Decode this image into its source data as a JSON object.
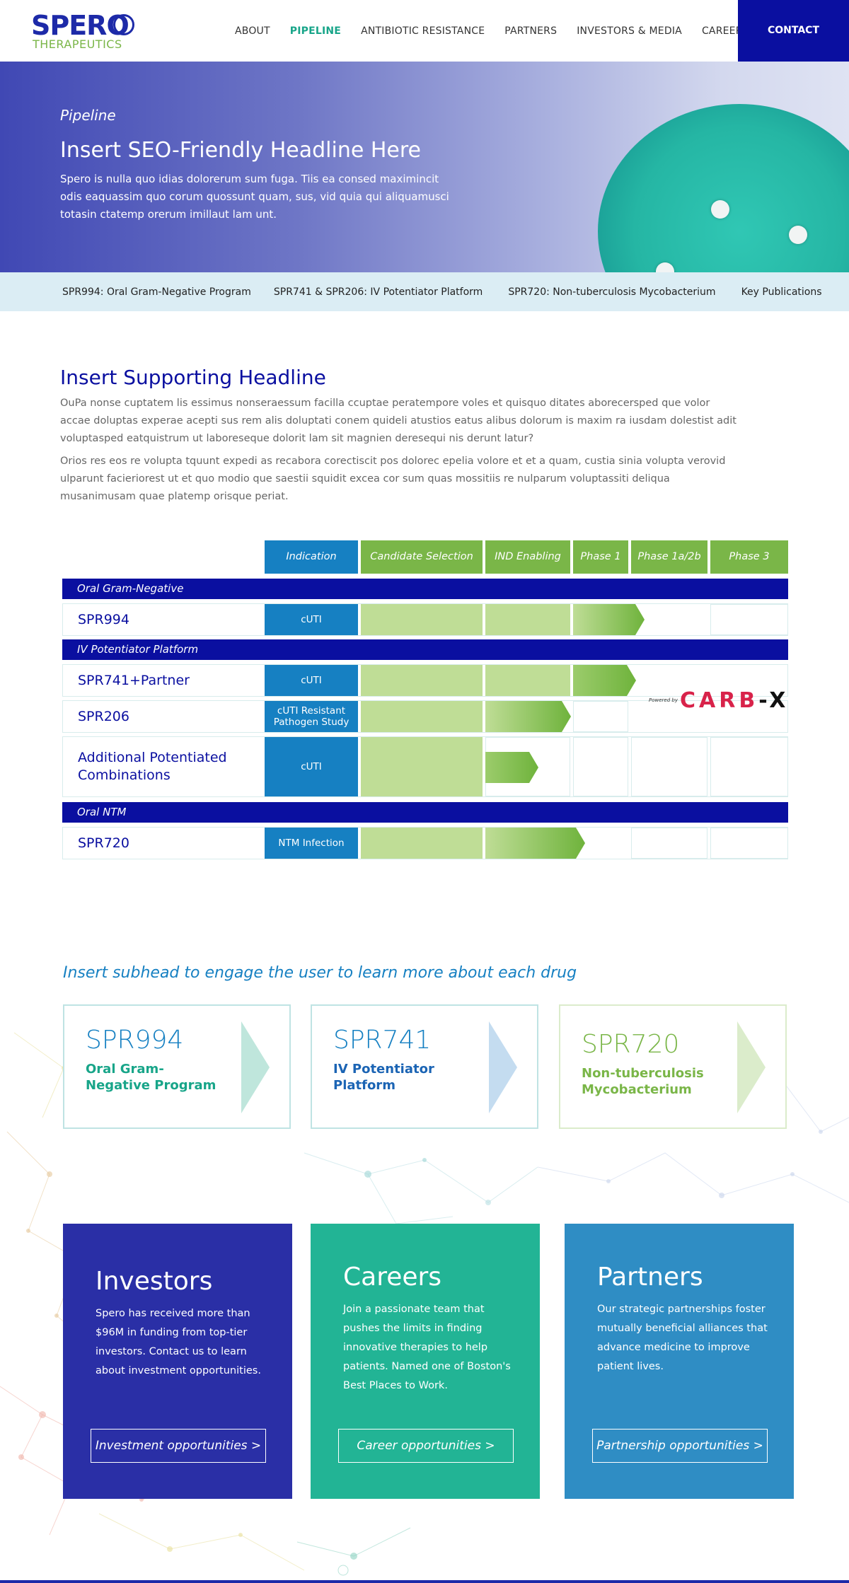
{
  "header": {
    "logo_line1": "SPERO",
    "logo_line2": "THERAPEUTICS",
    "nav": [
      "ABOUT",
      "PIPELINE",
      "ANTIBIOTIC RESISTANCE",
      "PARTNERS",
      "INVESTORS & MEDIA",
      "CAREERS"
    ],
    "active_nav": "PIPELINE",
    "contact_label": "CONTACT"
  },
  "hero": {
    "eyebrow": "Pipeline",
    "headline": "Insert SEO-Friendly Headline Here",
    "body": "Spero is nulla quo idias dolorerum sum fuga. Tiis ea consed maximincit odis eaquassim quo corum quossunt quam, sus, vid quia qui aliquamusci totasin ctatemp orerum imillaut lam unt."
  },
  "subnav": [
    "SPR994: Oral Gram-Negative Program",
    "SPR741 & SPR206: IV Potentiator Platform",
    "SPR720: Non-tuberculosis Mycobacterium",
    "Key Publications"
  ],
  "intro": {
    "headline": "Insert Supporting Headline",
    "para1": "OuPa nonse cuptatem lis essimus nonseraessum facilla ccuptae peratempore voles et quisquo ditates aborecersped que volor accae doluptas experae acepti sus rem alis doluptati conem quideli atustios eatus alibus dolorum is maxim ra iusdam dolestist adit voluptasped eatquistrum ut laboreseque dolorit lam sit magnien deresequi nis derunt latur?",
    "para2": "Orios res eos re volupta tquunt expedi as recabora corectiscit pos dolorec epelia volore et et a quam, custia sinia volupta verovid ulparunt facieriorest ut et quo modio que saestii squidit excea cor sum quas mossitiis re nulparum voluptassiti deliqua musanimusam quae platemp orisque periat."
  },
  "pipeline": {
    "headers": [
      "Indication",
      "Candidate Selection",
      "IND Enabling",
      "Phase 1",
      "Phase 1a/2b",
      "Phase 3"
    ],
    "sections": [
      {
        "title": "Oral Gram-Negative",
        "rows": [
          {
            "name": "SPR994",
            "indication": "cUTI",
            "progress": 0.55
          }
        ]
      },
      {
        "title": "IV Potentiator Platform",
        "rows": [
          {
            "name": "SPR741+Partner",
            "indication": "cUTI",
            "progress": 0.5
          },
          {
            "name": "SPR206",
            "indication": "cUTI Resistant Pathogen Study",
            "progress": 0.3
          },
          {
            "name": "Additional Potentiated Combinations",
            "indication": "cUTI",
            "progress": 0.2
          }
        ]
      },
      {
        "title": "Oral NTM",
        "rows": [
          {
            "name": "SPR720",
            "indication": "NTM Infection",
            "progress": 0.4
          }
        ]
      }
    ],
    "partner_powered": "Powered by",
    "partner_logo_a": "CARB",
    "partner_logo_b": "-X"
  },
  "drugs": {
    "subhead": "Insert subhead to engage the user to learn more about each drug",
    "items": [
      {
        "code": "SPR994",
        "name": "Oral Gram-Negative Program",
        "code_color": "#1680c2",
        "name_color": "#18a589",
        "arrow_color": "#bfe6dc"
      },
      {
        "code": "SPR741",
        "name": "IV Potentiator Platform",
        "code_color": "#1680c2",
        "name_color": "#1b64b4",
        "arrow_color": "#c4dcf0"
      },
      {
        "code": "SPR720",
        "name": "Non-tuberculosis Mycobacterium",
        "code_color": "#7ab648",
        "name_color": "#7ab648",
        "arrow_color": "#dbeccb"
      }
    ]
  },
  "cards": [
    {
      "title": "Investors",
      "body": "Spero has received more than $96M in funding from top-tier investors. Contact us to learn about investment opportunities.",
      "button": "Investment opportunities >",
      "color": "#2a2fa6"
    },
    {
      "title": "Careers",
      "body": "Join a passionate team that pushes the limits in finding innovative therapies to help patients. Named one of Boston's Best Places to Work.",
      "button": "Career opportunities >",
      "color": "#22b495"
    },
    {
      "title": "Partners",
      "body": "Our strategic partnerships foster mutually beneficial alliances that advance medicine to improve patient lives.",
      "button": "Partnership opportunities >",
      "color": "#2f8dc4"
    }
  ]
}
